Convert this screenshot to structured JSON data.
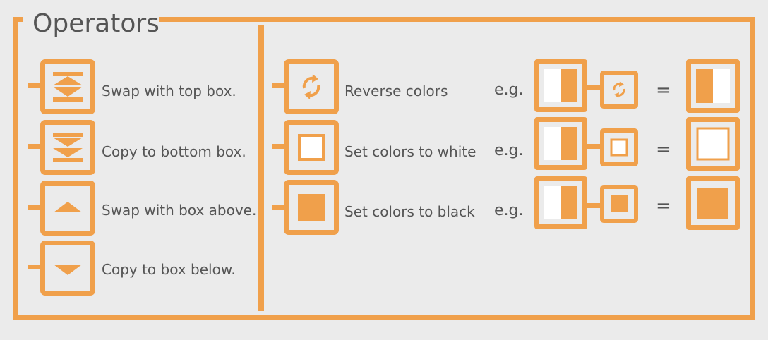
{
  "title": "Operators",
  "colors": {
    "accent": "#f0a04b",
    "background": "#ebebeb",
    "text": "#555555",
    "white": "#ffffff"
  },
  "left_operators": [
    {
      "icon": "swap-top-icon",
      "label": "Swap with top box."
    },
    {
      "icon": "copy-bottom-icon",
      "label": "Copy to bottom box."
    },
    {
      "icon": "triangle-up-icon",
      "label": "Swap with box above."
    },
    {
      "icon": "triangle-down-icon",
      "label": "Copy to box below."
    }
  ],
  "right_operators": [
    {
      "icon": "reverse-icon",
      "label": "Reverse colors",
      "example_prefix": "e.g.",
      "equals": "="
    },
    {
      "icon": "white-square-icon",
      "label": "Set colors to white",
      "example_prefix": "e.g.",
      "equals": "="
    },
    {
      "icon": "black-square-icon",
      "label": "Set colors to black",
      "example_prefix": "e.g.",
      "equals": "="
    }
  ]
}
